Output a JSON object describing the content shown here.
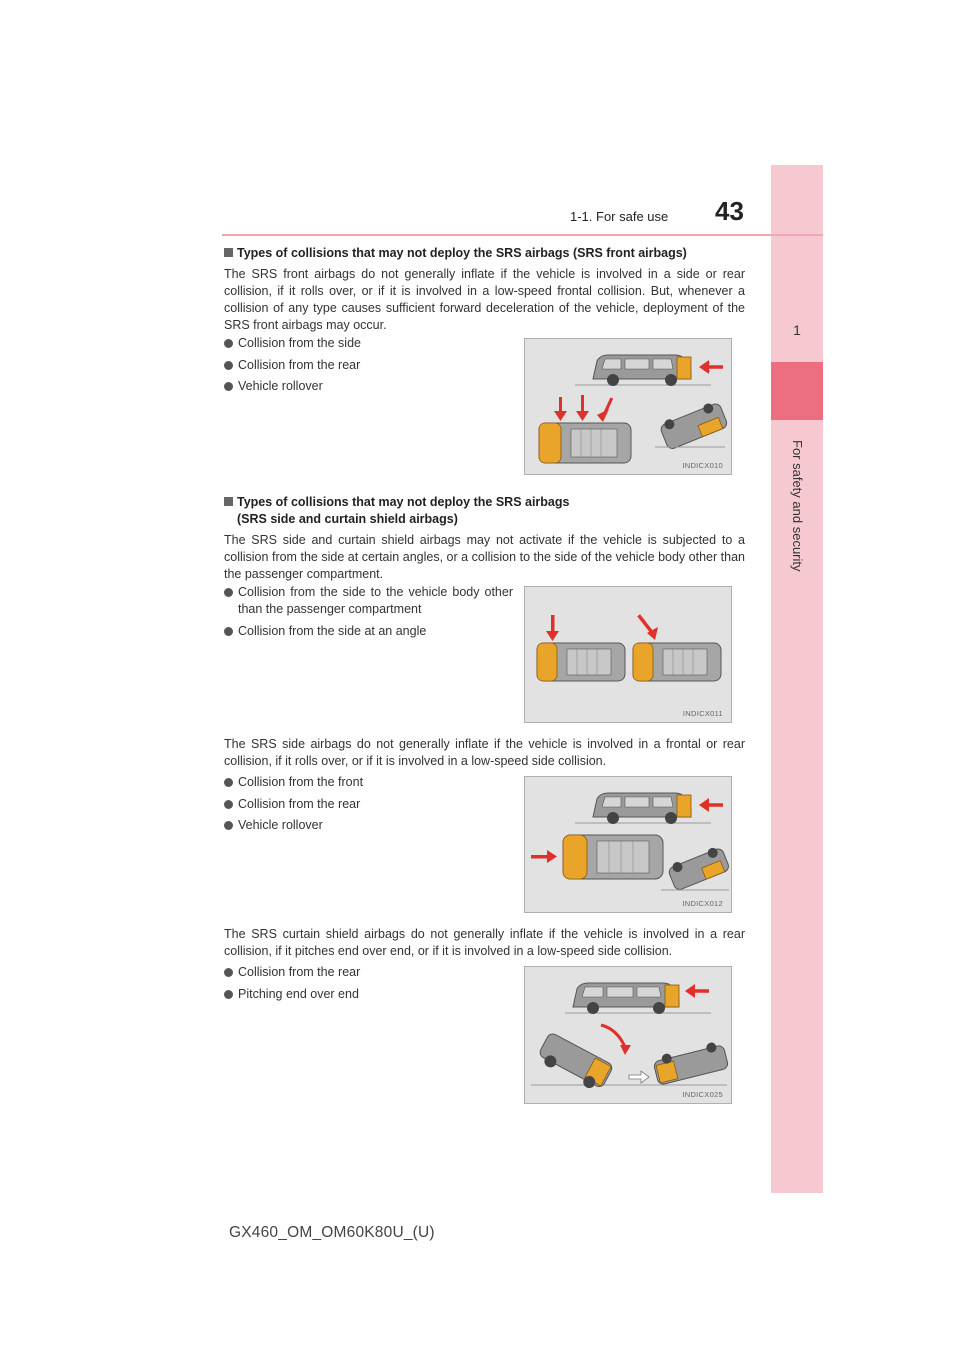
{
  "header": {
    "running_head": "1-1. For safe use",
    "page_number": "43"
  },
  "side_tab": {
    "number": "1",
    "label": "For safety and security"
  },
  "sections": [
    {
      "heading": "Types of collisions that may not deploy the SRS airbags (SRS front airbags)",
      "paragraph": "The SRS front airbags do not generally inflate if the vehicle is involved in a side or rear collision, if it rolls over, or if it is involved in a low-speed frontal collision. But, whenever a collision of any type causes sufficient forward deceleration of the vehicle, deployment of the SRS front airbags may occur.",
      "bullets": [
        "Collision from the side",
        "Collision from the rear",
        "Vehicle rollover"
      ],
      "figure_code": "INDICX010"
    },
    {
      "heading": "Types of collisions that may not deploy the SRS airbags",
      "heading_line2": "(SRS side and curtain shield airbags)",
      "paragraph": "The SRS side and curtain shield airbags may not activate if the vehicle is subjected to a collision from the side at certain angles, or a collision to the side of the vehicle body other than the passenger compartment.",
      "bullets": [
        "Collision from the side to the vehicle body other than the passenger compartment",
        "Collision from the side at an angle"
      ],
      "figure_code": "INDICX011"
    },
    {
      "paragraph": "The SRS side airbags do not generally inflate if the vehicle is involved in a frontal or rear collision, if it rolls over, or if it is involved in a low-speed side collision.",
      "bullets": [
        "Collision from the front",
        "Collision from the rear",
        "Vehicle rollover"
      ],
      "figure_code": "INDICX012"
    },
    {
      "paragraph": "The SRS curtain shield airbags do not generally inflate if the vehicle is involved in a rear collision, if it pitches end over end, or if it is involved in a low-speed side collision.",
      "bullets": [
        "Collision from the rear",
        "Pitching end over end"
      ],
      "figure_code": "INDICX025"
    }
  ],
  "footer": {
    "text": "GX460_OM_OM60K80U_(U)"
  },
  "colors": {
    "accent_pink": "#f6c9d1",
    "tab_pink": "#ec6f80",
    "impact_arrow": "#e0302a",
    "highlight_orange": "#e9a42a"
  }
}
